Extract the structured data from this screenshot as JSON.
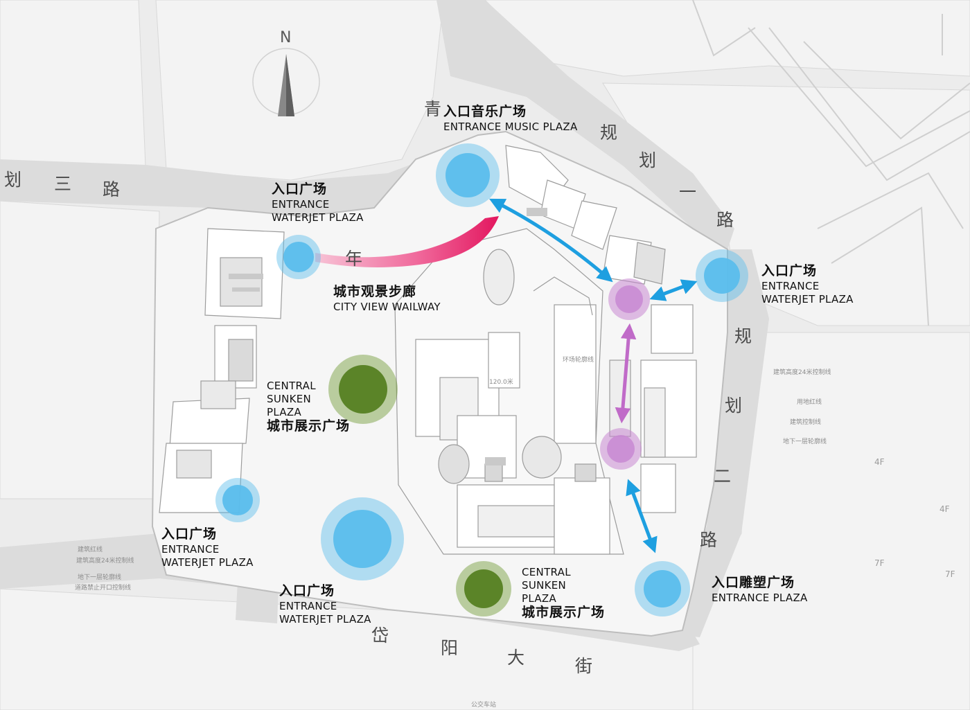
{
  "compass": {
    "letter": "N"
  },
  "roads": {
    "road_1": "划",
    "road_2": "三",
    "road_3": "路",
    "road_4": "青",
    "road_5": "年",
    "road_6": "规",
    "road_7": "划",
    "road_8": "一",
    "road_9": "路",
    "road_10": "规",
    "road_11": "划",
    "road_12": "二",
    "road_13": "路",
    "road_14": "岱",
    "road_15": "阳",
    "road_16": "大",
    "road_17": "街"
  },
  "labels": {
    "music_plaza": {
      "cn": "入口音乐广场",
      "en": "ENTRANCE MUSIC PLAZA"
    },
    "waterjet_nw": {
      "cn": "入口广场",
      "en1": "ENTRANCE",
      "en2": "WATERJET PLAZA"
    },
    "waterjet_e": {
      "cn": "入口广场",
      "en1": "ENTRANCE",
      "en2": "WATERJET PLAZA"
    },
    "city_view": {
      "cn": "城市观景步廊",
      "en": "CITY VIEW WAILWAY"
    },
    "sunken_w": {
      "en1": "CENTRAL",
      "en2": "SUNKEN",
      "en3": "PLAZA",
      "cn": "城市展示广场"
    },
    "waterjet_sw": {
      "cn": "入口广场",
      "en1": "ENTRANCE",
      "en2": "WATERJET PLAZA"
    },
    "waterjet_s": {
      "cn": "入口广场",
      "en1": "ENTRANCE",
      "en2": "WATERJET PLAZA"
    },
    "sunken_s": {
      "en1": "CENTRAL",
      "en2": "SUNKEN",
      "en3": "PLAZA",
      "cn": "城市展示广场"
    },
    "sculpture": {
      "cn": "入口雕塑广场",
      "en": "ENTRANCE PLAZA"
    }
  },
  "floors": {
    "f1": "4F",
    "f2": "4F",
    "f3": "7F",
    "f4": "7F"
  },
  "notes": {
    "n1": "建筑高度24米控制线",
    "n2": "用地红线",
    "n3": "建筑控制线",
    "n4": "地下一层轮廓线",
    "n5": "建筑红线",
    "n6": "建筑高度24米控制线",
    "n7": "地下一层轮廓线",
    "n8": "道路禁止开口控制线",
    "n9": "公交车站",
    "n10": "环场轮廓线",
    "n11": "120.0米"
  },
  "colors": {
    "blue_node": "#5bbdec",
    "green_node": "#6e9a32",
    "purple_node": "#c888d2",
    "blue_arrow": "#1e9fe0",
    "purple_arrow": "#c06bc8",
    "walkway": "#e8256f"
  }
}
